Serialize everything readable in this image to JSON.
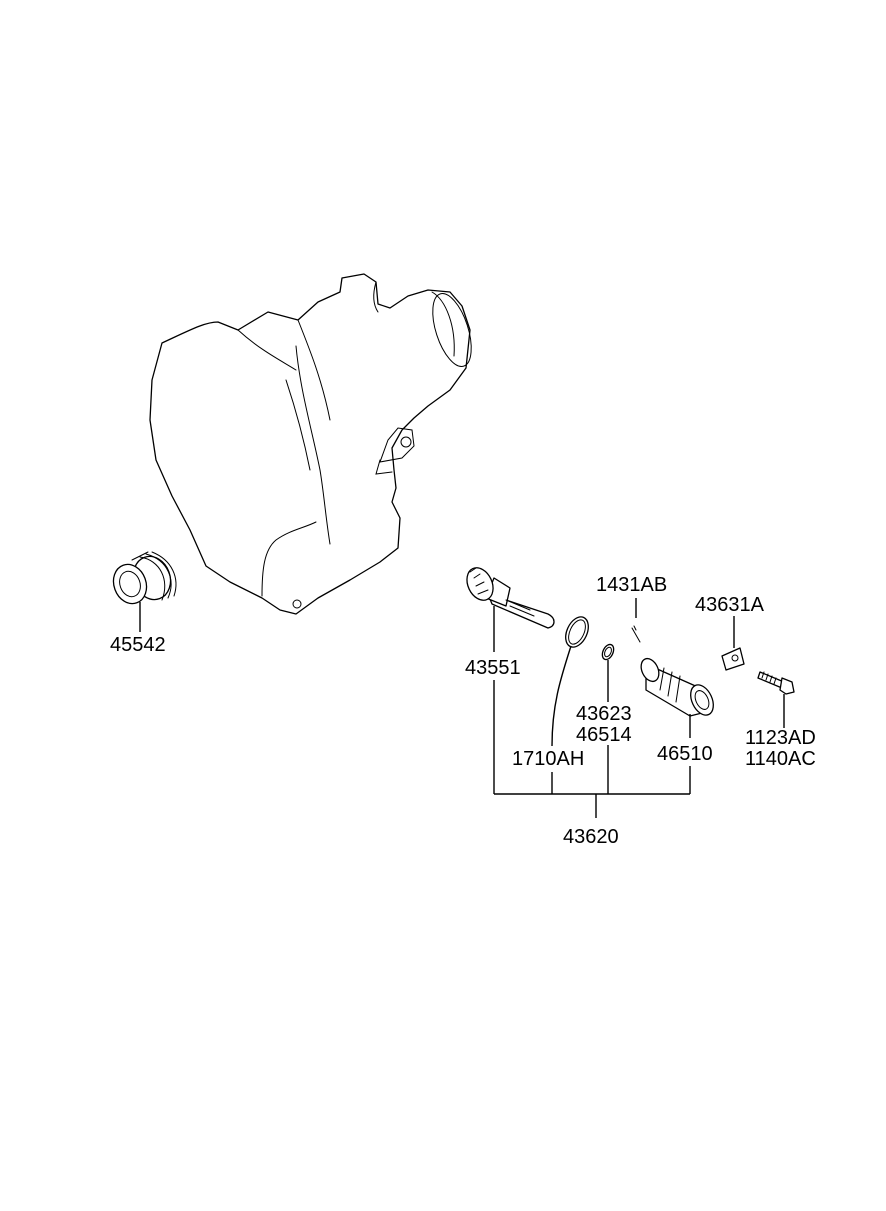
{
  "labels": {
    "p45542": "45542",
    "p43551": "43551",
    "p1710AH": "1710AH",
    "p1431AB": "1431AB",
    "p43623": "43623",
    "p46514": "46514",
    "p43631A": "43631A",
    "p46510": "46510",
    "p1123AD": "1123AD",
    "p1140AC": "1140AC",
    "p43620": "43620"
  }
}
